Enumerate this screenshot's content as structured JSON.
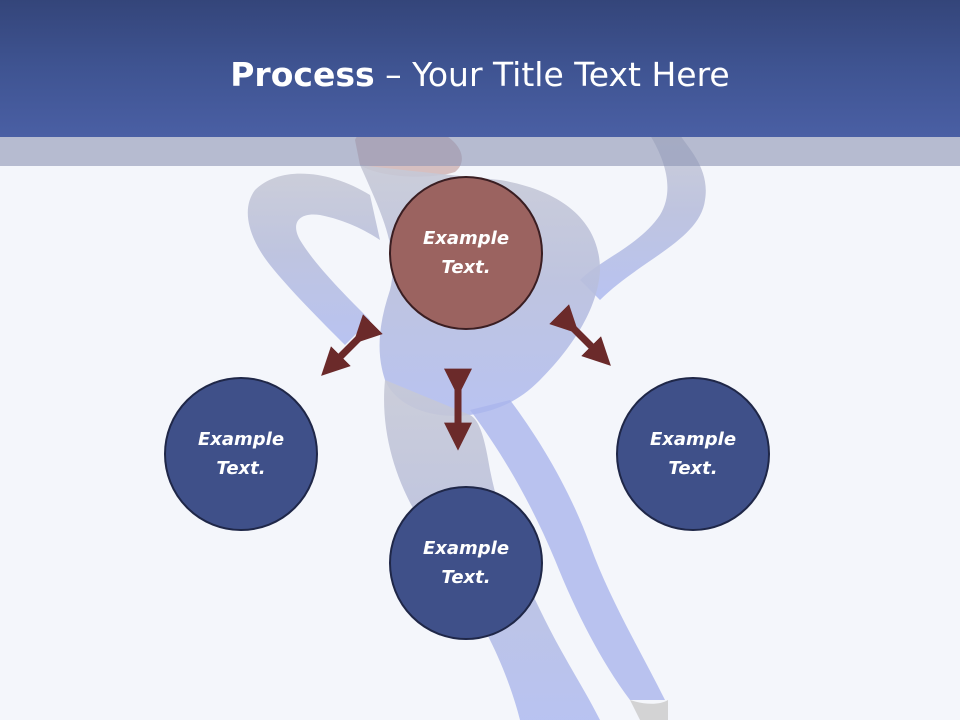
{
  "title": {
    "bold": "Process",
    "rest": " – Your Title Text Here"
  },
  "nodes": {
    "top": "Example Text.",
    "left": "Example Text.",
    "bottom": "Example Text.",
    "right": "Example Text."
  },
  "colors": {
    "title_bar": "#3f5492",
    "center_node": "#9b6360",
    "outer_node": "#3f5089",
    "arrow": "#6b2a2a",
    "background": "#f4f6fb"
  }
}
